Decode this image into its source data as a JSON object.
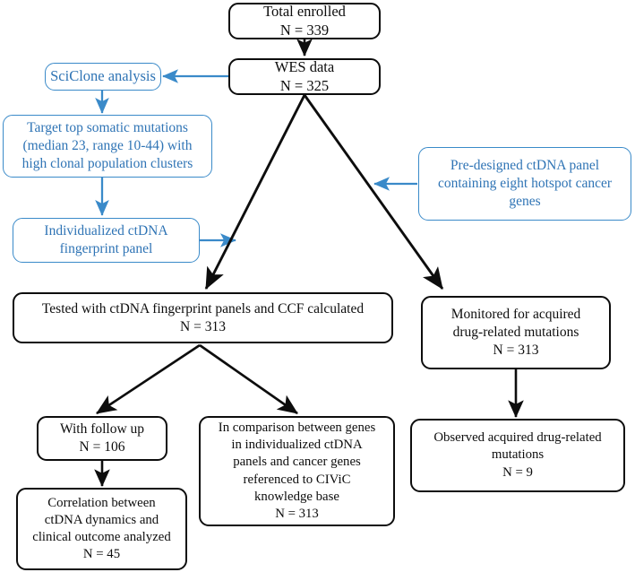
{
  "figure": {
    "type": "flowchart",
    "title": "Study enrollment and ctDNA analysis flowchart",
    "colors": {
      "black_stroke": "#0d0d0d",
      "blue_stroke": "#3a8ac9",
      "blue_text": "#2f74b5",
      "background": "#ffffff"
    }
  },
  "nodes": {
    "total_enrolled": {
      "text": "Total enrolled\nN = 339",
      "style": "black"
    },
    "wes_data": {
      "text": "WES data\nN = 325",
      "style": "black"
    },
    "sciclone": {
      "text": "SciClone analysis",
      "style": "blue"
    },
    "target_mutations": {
      "text": "Target top somatic mutations\n(median 23, range 10-44) with\nhigh clonal population clusters",
      "style": "blue"
    },
    "individualized_panel": {
      "text": "Individualized ctDNA\nfingerprint panel",
      "style": "blue"
    },
    "predesigned_panel": {
      "text": "Pre-designed ctDNA panel\ncontaining eight hotspot cancer\ngenes",
      "style": "blue"
    },
    "tested_ccf": {
      "text": "Tested with ctDNA fingerprint panels and CCF calculated\nN = 313",
      "style": "black"
    },
    "monitored": {
      "text": "Monitored for acquired\ndrug-related mutations\nN = 313",
      "style": "black"
    },
    "with_follow_up": {
      "text": "With follow up\nN = 106",
      "style": "black"
    },
    "in_comparison": {
      "text": "In comparison between genes\nin individualized ctDNA\npanels and cancer genes\nreferenced to CIViC\nknowledge base\nN = 313",
      "style": "black"
    },
    "correlation": {
      "text": "Correlation between\nctDNA dynamics and\nclinical outcome analyzed\nN = 45",
      "style": "black"
    },
    "observed_mutations": {
      "text": "Observed acquired drug-related\nmutations\nN = 9",
      "style": "black"
    }
  },
  "edges": [
    {
      "name": "total-enrolled-to-wes-data",
      "color": "black"
    },
    {
      "name": "wes-data-to-sciclone",
      "color": "blue"
    },
    {
      "name": "sciclone-to-target-mutations",
      "color": "blue"
    },
    {
      "name": "target-mutations-to-individualized-panel",
      "color": "blue"
    },
    {
      "name": "individualized-panel-to-wes-branch",
      "color": "blue"
    },
    {
      "name": "predesigned-panel-to-wes-branch",
      "color": "blue"
    },
    {
      "name": "wes-data-to-tested-ccf",
      "color": "black"
    },
    {
      "name": "wes-data-to-monitored",
      "color": "black"
    },
    {
      "name": "tested-ccf-to-with-follow-up",
      "color": "black"
    },
    {
      "name": "tested-ccf-to-in-comparison",
      "color": "black"
    },
    {
      "name": "with-follow-up-to-correlation",
      "color": "black"
    },
    {
      "name": "monitored-to-observed-mutations",
      "color": "black"
    }
  ]
}
